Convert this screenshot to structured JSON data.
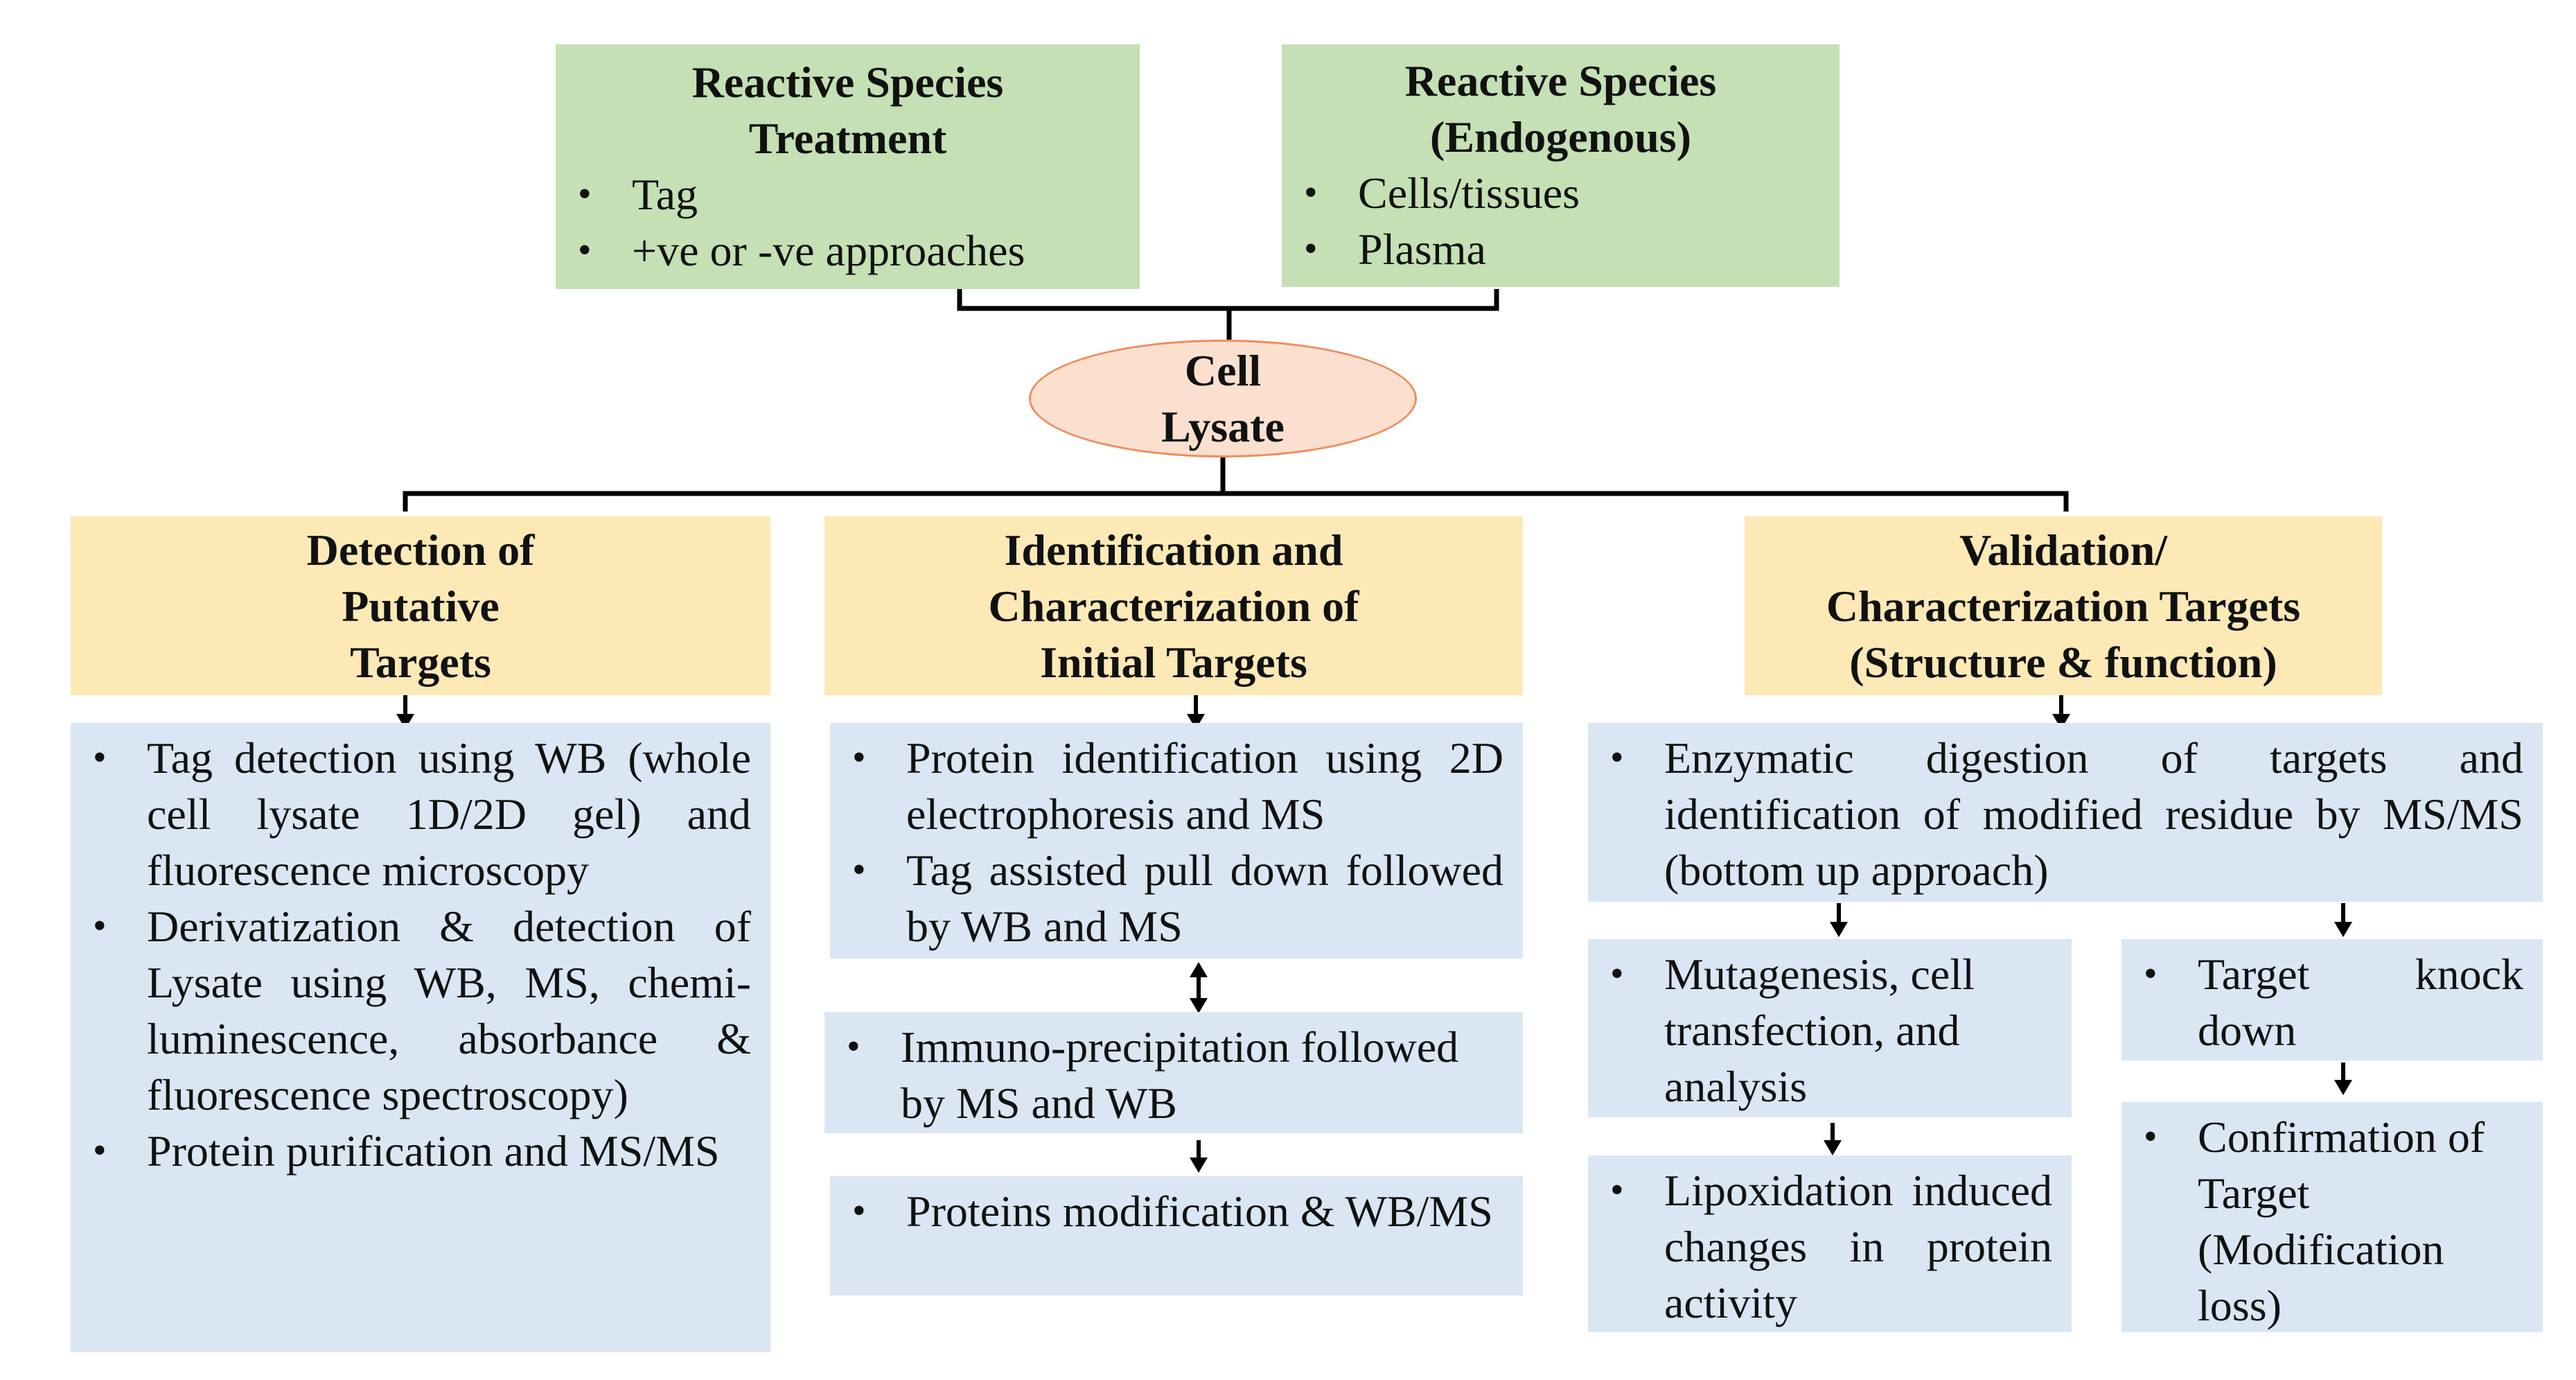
{
  "top_left": {
    "title": [
      "Reactive Species",
      "Treatment"
    ],
    "items": [
      "Tag",
      "+ve or -ve approaches"
    ]
  },
  "top_right": {
    "title": [
      "Reactive Species",
      "(Endogenous)"
    ],
    "items": [
      "Cells/tissues",
      "Plasma"
    ]
  },
  "center": {
    "label": [
      "Cell",
      "Lysate"
    ]
  },
  "columns": [
    {
      "title": [
        "Detection of",
        "Putative",
        "Targets"
      ],
      "boxes": [
        {
          "items": [
            "Tag detection using WB (whole cell lysate 1D/2D gel) and fluorescence microscopy",
            "Derivatization & detection of Lysate using WB, MS, chemi-luminescence, absorbance & fluorescence spectroscopy)",
            "Protein purification and MS/MS"
          ]
        }
      ]
    },
    {
      "title": [
        "Identification and",
        "Characterization of",
        "Initial Targets"
      ],
      "boxes": [
        {
          "items": [
            "Protein identification using 2D electrophoresis and MS",
            "Tag assisted pull down followed by WB and MS"
          ]
        },
        {
          "items": [
            "Immuno-precipitation followed by MS and WB"
          ]
        },
        {
          "items": [
            "Proteins modification & WB/MS"
          ]
        }
      ]
    },
    {
      "title": [
        "Validation/",
        "Characterization Targets",
        "(Structure & function)"
      ],
      "boxes": [
        {
          "items": [
            "Enzymatic digestion of targets and identification of modified residue by MS/MS (bottom up approach)"
          ]
        },
        {
          "items": [
            "Mutagenesis, cell transfection, and analysis"
          ]
        },
        {
          "items": [
            "Lipoxidation induced changes in protein activity"
          ]
        },
        {
          "items": [
            "Target knock down"
          ]
        },
        {
          "items": [
            "Confirmation of Target (Modification loss)"
          ]
        }
      ]
    }
  ],
  "colors": {
    "green": "#c5e0b4",
    "yellow": "#fde9b6",
    "blue": "#dae6f3",
    "oval_fill": "#fbe0cf",
    "oval_border": "#ee8d5e"
  }
}
